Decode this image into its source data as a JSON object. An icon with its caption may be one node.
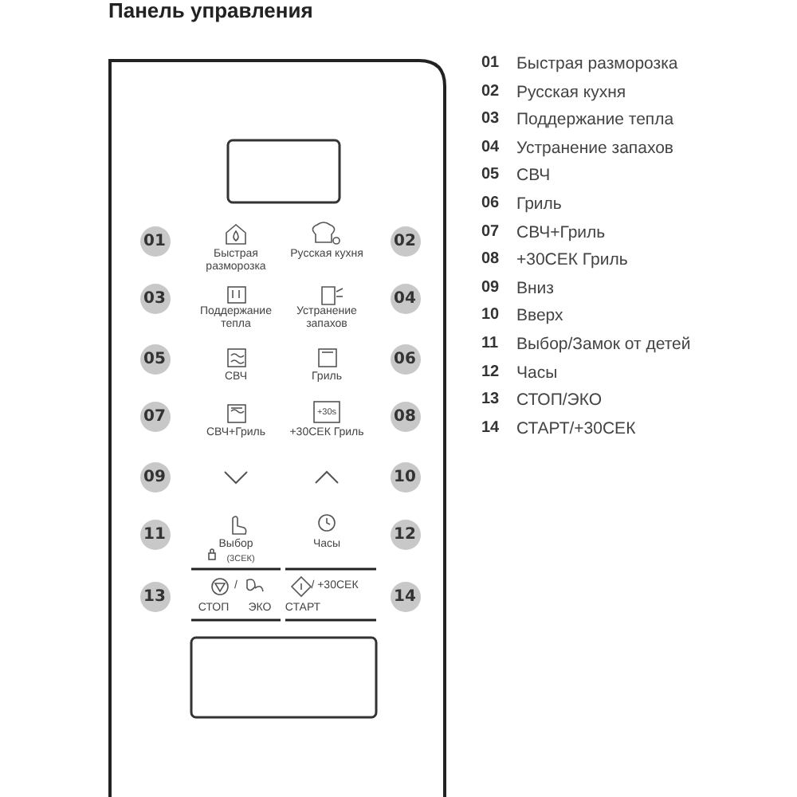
{
  "diagram": {
    "title": "Панель управления",
    "nodes": [
      {
        "text": [],
        "shape": "box"
      },
      {
        "text": [],
        "shape": "box"
      }
    ],
    "labels": [
      "01",
      "Быстрая разморозка",
      "Русская кухня",
      "02",
      "03",
      "Поддержание тепла",
      "Устранение запахов",
      "04",
      "05",
      "СВЧ",
      "Гриль",
      "06",
      "07",
      "+30s",
      "СВЧ+Гриль",
      "+30СЕК Гриль",
      "08",
      "09",
      "10",
      "11",
      "Выбор",
      "(3СЕК)",
      "Часы",
      "12",
      "13",
      "/",
      "/ +30СЕК",
      "СТОП",
      "ЭКО",
      "СТАРТ",
      "14",
      "01",
      "Быстрая разморозка",
      "02",
      "Русская кухня",
      "03",
      "Поддержание тепла",
      "04",
      "Устранение запахов",
      "05",
      "СВЧ",
      "06",
      "Гриль",
      "07",
      "СВЧ+Гриль",
      "08",
      "+30СЕК Гриль",
      "09",
      "Вниз",
      "10",
      "Вверх",
      "11",
      "Выбор/Замок от детей",
      "12",
      "Часы",
      "13",
      "СТОП/ЭКО",
      "14",
      "СТАРТ/+30СЕК"
    ]
  }
}
